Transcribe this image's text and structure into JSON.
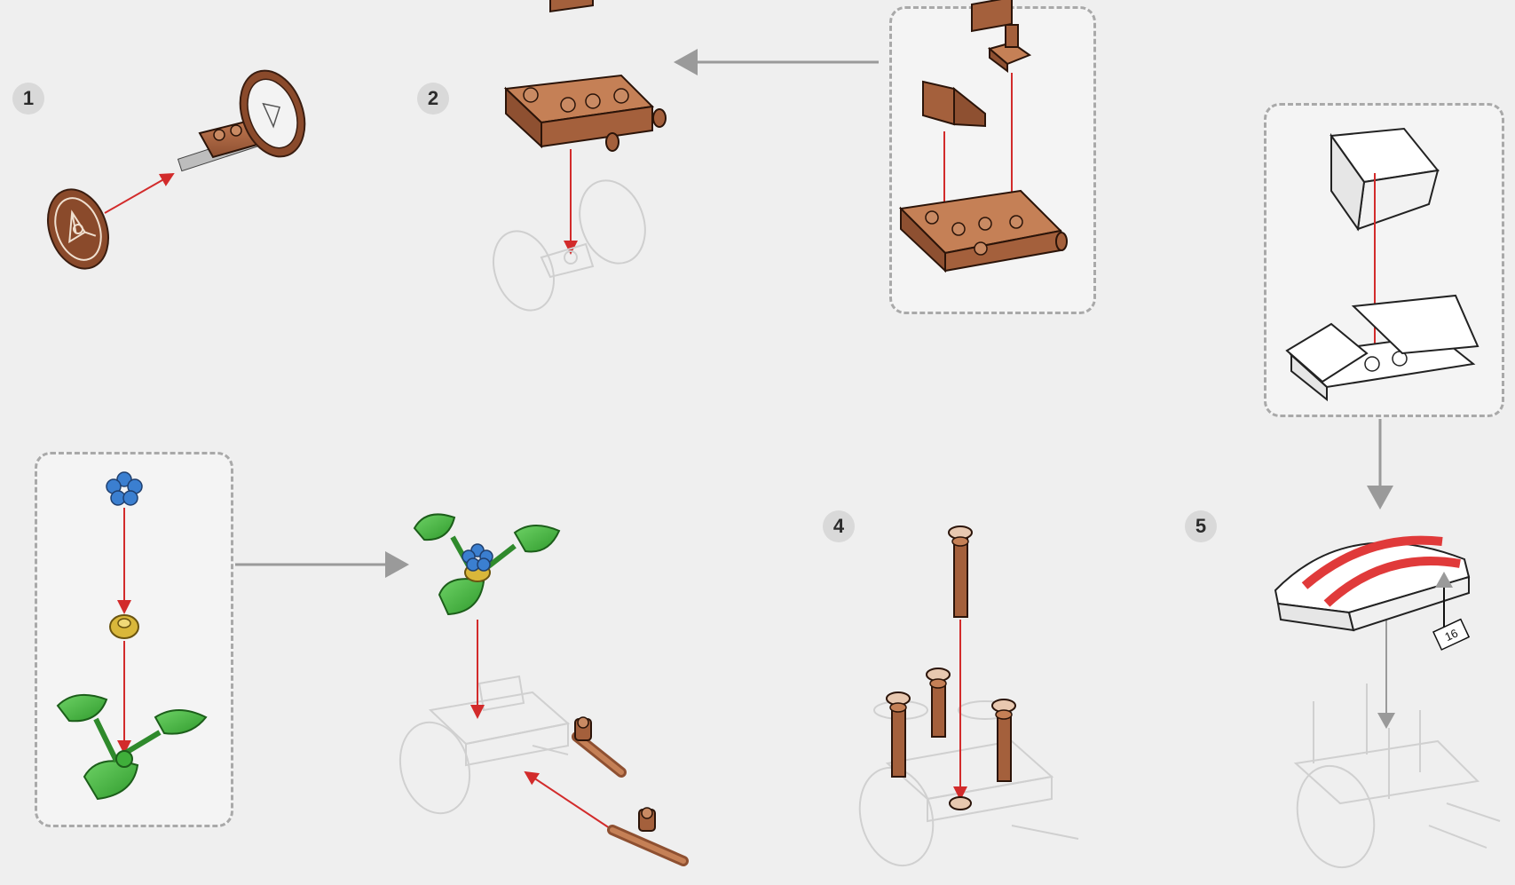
{
  "steps": {
    "s1": "1",
    "s2": "2",
    "s4": "4",
    "s5": "5"
  },
  "length_indicator": "16",
  "colors": {
    "background": "#efefef",
    "brick_brown": "#a4603c",
    "brick_brown_dark": "#6b3a20",
    "leaf_green": "#3fae3a",
    "flower_blue": "#3b7fd0",
    "flower_center_yellow": "#d9b73a",
    "arrow_red": "#d22b2b",
    "arrow_gray": "#9a9a9a",
    "stripe_red": "#e03a3a"
  },
  "icons": {
    "step1": [
      "wheel-icon",
      "axle-brick-icon",
      "wheel-icon"
    ],
    "step2": [
      "chassis-brick-icon",
      "wheel-assembly-ghost-icon"
    ],
    "sub2": [
      "slope-tile-icon",
      "bracket-icon",
      "plate-icon"
    ],
    "sub3": [
      "flower-icon",
      "round-plate-icon",
      "stem-leaves-icon"
    ],
    "step3": [
      "flower-stem-icon",
      "cart-ghost-icon",
      "pin-icon",
      "pin-icon"
    ],
    "step4": [
      "bar-icon",
      "bar-icon",
      "bar-icon",
      "bar-icon",
      "cart-ghost-icon"
    ],
    "sub5": [
      "curved-slope-icon",
      "plate-icon",
      "curved-slope-icon"
    ],
    "step5": [
      "roof-icon",
      "cart-ghost-icon"
    ]
  }
}
